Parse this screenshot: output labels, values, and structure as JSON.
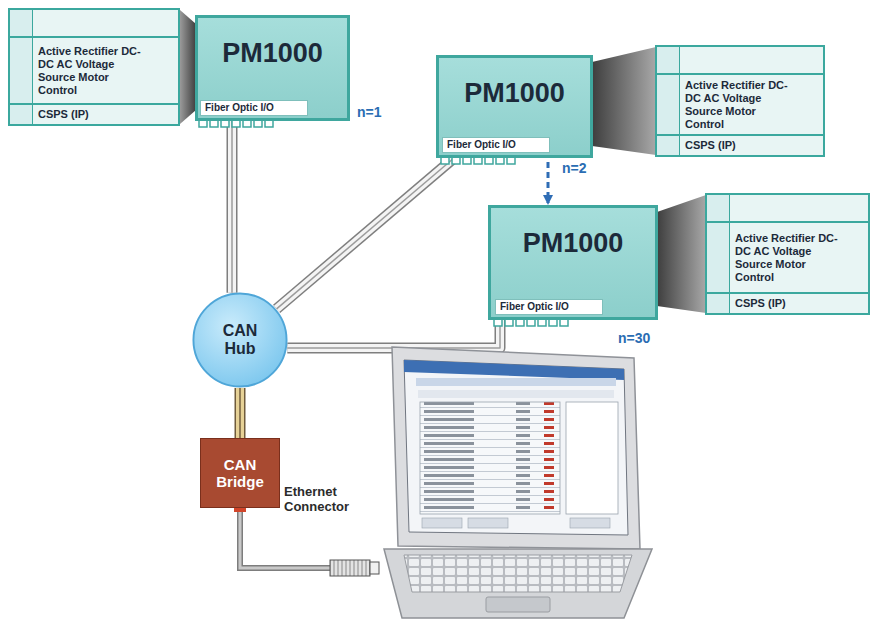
{
  "diagram": {
    "nodes": [
      {
        "text": [
          "Active Rectifier DC-DC AC Voltage Source Motor Control",
          "CSPS (IP)"
        ]
      },
      {
        "text": [
          "PM1000"
        ]
      },
      {
        "text": [
          "Fiber Optic I/O"
        ],
        "in": 1
      },
      {
        "text": [
          "PM1000"
        ]
      },
      {
        "text": [
          "Fiber Optic I/O"
        ],
        "in": 3
      },
      {
        "text": [
          "Active Rectifier DC-DC AC Voltage Source Motor Control",
          "CSPS (IP)"
        ]
      },
      {
        "text": [
          "PM1000"
        ]
      },
      {
        "text": [
          "Fiber Optic I/O"
        ],
        "in": 6
      },
      {
        "text": [
          "Active Rectifier DC-DC AC Voltage Source Motor Control",
          "CSPS (IP)"
        ]
      },
      {
        "text": [
          "CAN Hub"
        ]
      },
      {
        "text": [
          "CAN Bridge"
        ]
      }
    ],
    "edges": [
      {
        "from": 1,
        "to": 9,
        "arrow": "none"
      },
      {
        "from": 3,
        "to": 9,
        "arrow": "none"
      },
      {
        "from": 6,
        "to": 9,
        "arrow": "none"
      },
      {
        "from": 9,
        "to": 10,
        "arrow": "none"
      },
      {
        "from": 3,
        "to": 6,
        "arrow": "to"
      }
    ],
    "labels": [
      "n=1",
      "n=2",
      "n=30",
      "Ethernet Connector"
    ]
  }
}
